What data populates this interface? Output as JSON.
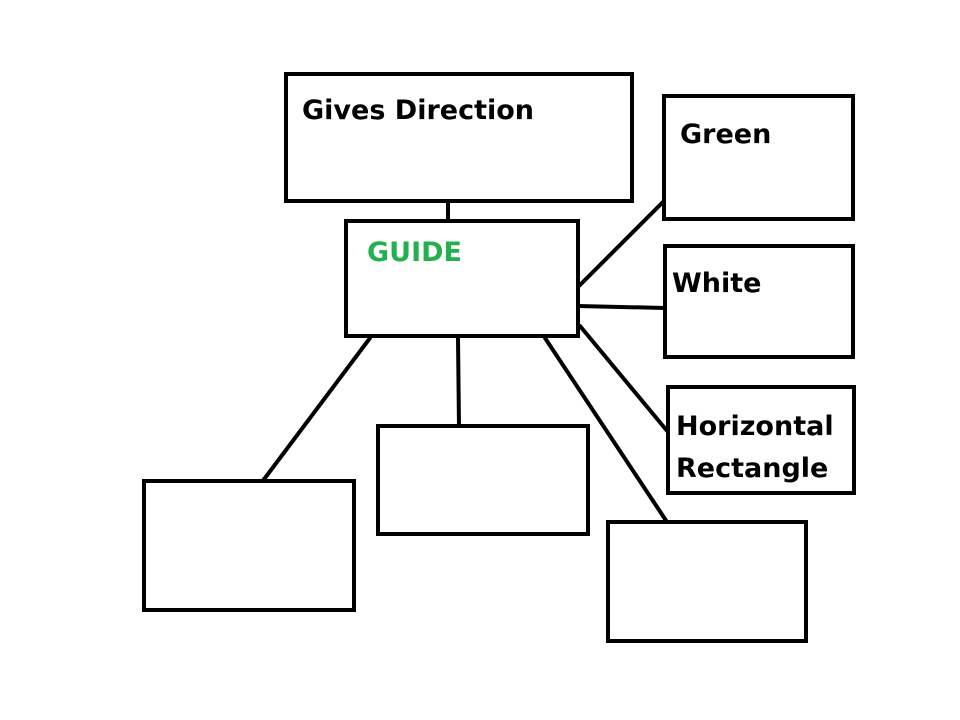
{
  "colors": {
    "stroke": "#000000",
    "background": "#ffffff",
    "center_text": "#22b14c"
  },
  "nodes": {
    "center": {
      "text": "GUIDE"
    },
    "top": {
      "text": "Gives Direction"
    },
    "right_1": {
      "text": "Green"
    },
    "right_2": {
      "text": "White"
    },
    "right_3": {
      "text": "Horizontal\nRectangle"
    },
    "bottom_left": {
      "text": ""
    },
    "bottom_middle": {
      "text": ""
    },
    "bottom_right": {
      "text": ""
    }
  }
}
